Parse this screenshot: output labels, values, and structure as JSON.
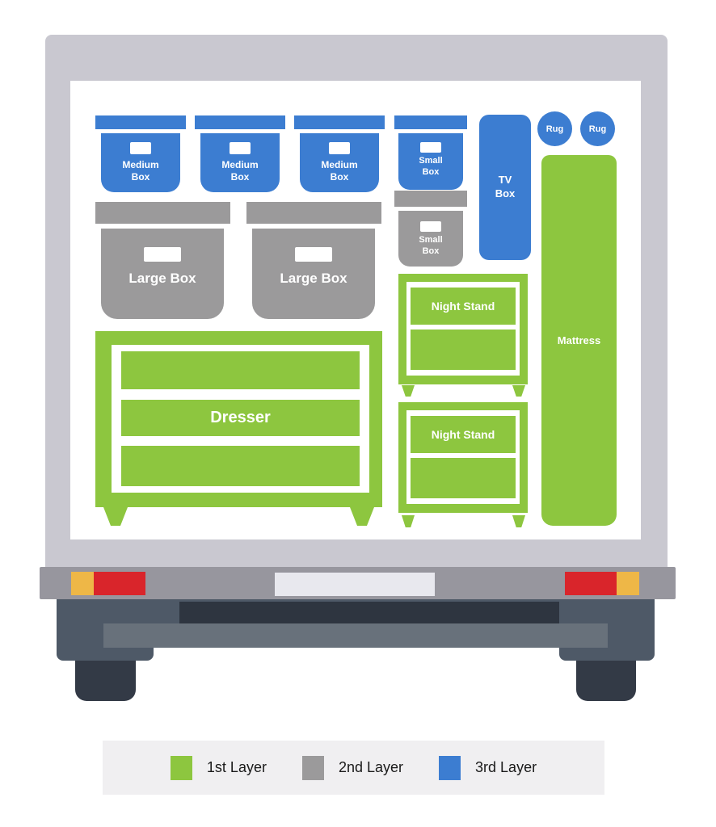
{
  "cargo": {
    "medium_boxes": [
      {
        "label": "Medium Box"
      },
      {
        "label": "Medium Box"
      },
      {
        "label": "Medium Box"
      }
    ],
    "small_box_blue": {
      "label": "Small Box"
    },
    "small_box_gray": {
      "label": "Small Box"
    },
    "tv_box": {
      "label": "TV Box"
    },
    "rugs": [
      {
        "label": "Rug"
      },
      {
        "label": "Rug"
      }
    ],
    "mattress": {
      "label": "Mattress"
    },
    "large_boxes": [
      {
        "label": "Large Box"
      },
      {
        "label": "Large Box"
      }
    ],
    "dresser": {
      "label": "Dresser"
    },
    "night_stands": [
      {
        "label": "Night Stand"
      },
      {
        "label": "Night Stand"
      }
    ]
  },
  "legend": {
    "items": [
      {
        "label": "1st Layer",
        "color": "#8dc63f"
      },
      {
        "label": "2nd Layer",
        "color": "#9b9a9b"
      },
      {
        "label": "3rd Layer",
        "color": "#3c7dd1"
      }
    ]
  },
  "colors": {
    "layer1_green": "#8dc63f",
    "layer2_gray": "#9b9a9b",
    "layer3_blue": "#3c7dd1",
    "truck_frame": "#c9c8d0",
    "cargo_background": "#ffffff",
    "bumper": "#97969e",
    "license_plate": "#e8e8ee",
    "tail_light_red": "#d9252b",
    "tail_light_yellow": "#eeb747",
    "undercarriage": "#4e5967",
    "axle_bar": "#68717b",
    "hitch_recess": "#2e3540",
    "wheel": "#333a46",
    "legend_background": "#f0eff1"
  }
}
